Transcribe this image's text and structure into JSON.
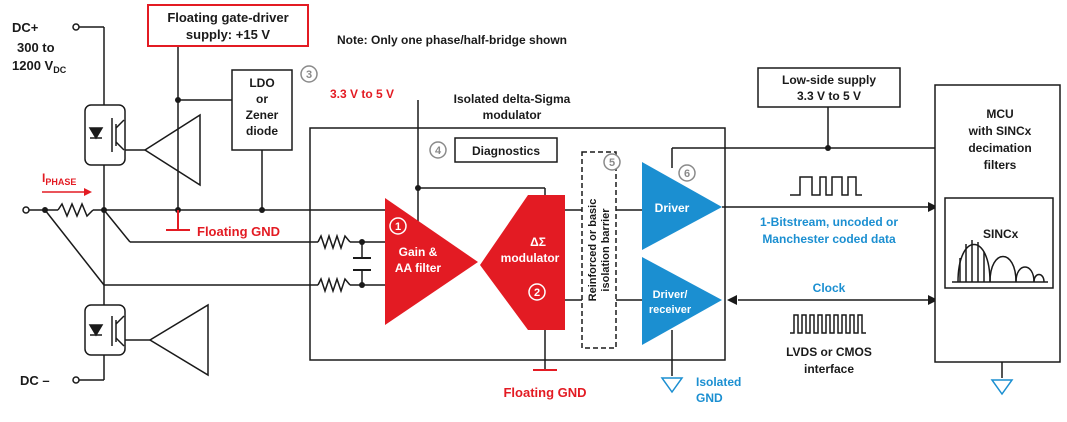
{
  "labels": {
    "dc_plus": "DC+",
    "dc_range_1": "300 to",
    "dc_range_2": "1200 V",
    "dc_range_sub": "DC",
    "dc_minus": "DC –",
    "gate_supply_1": "Floating gate-driver",
    "gate_supply_2": "supply: +15 V",
    "note": "Note: Only one phase/half-bridge shown",
    "ldo_1": "LDO",
    "ldo_2": "or",
    "ldo_3": "Zener",
    "ldo_4": "diode",
    "voltage_33_5": "3.3 V to 5 V",
    "modulator_title_1": "Isolated delta-Sigma",
    "modulator_title_2": "modulator",
    "diagnostics": "Diagnostics",
    "lowside_1": "Low-side supply",
    "lowside_2": "3.3 V to 5 V",
    "mcu_1": "MCU",
    "mcu_2": "with SINCx",
    "mcu_3": "decimation",
    "mcu_4": "filters",
    "sincx": "SINCx",
    "iphase": "I",
    "iphase_sub": "PHASE",
    "floating_gnd_1": "Floating GND",
    "floating_gnd_2": "Floating GND",
    "gain_1": "Gain  &",
    "gain_2": "AA filter",
    "delta_sigma_1": "ΔΣ",
    "delta_sigma_2": "modulator",
    "barrier_1": "Reinforced or basic",
    "barrier_2": "isolation barrier",
    "driver": "Driver",
    "driver_rx_1": "Driver/",
    "driver_rx_2": "receiver",
    "bitstream_1": "1-Bitstream, uncoded or",
    "bitstream_2": "Manchester coded data",
    "clock": "Clock",
    "lvds_1": "LVDS or CMOS",
    "lvds_2": "interface",
    "isolated_gnd_1": "Isolated",
    "isolated_gnd_2": "GND"
  },
  "markers": [
    "1",
    "2",
    "3",
    "4",
    "5",
    "6"
  ],
  "colors": {
    "red": "#e31b23",
    "blue": "#1b8fd1",
    "black": "#1a1a1a",
    "marker": "#8a8a8a"
  }
}
